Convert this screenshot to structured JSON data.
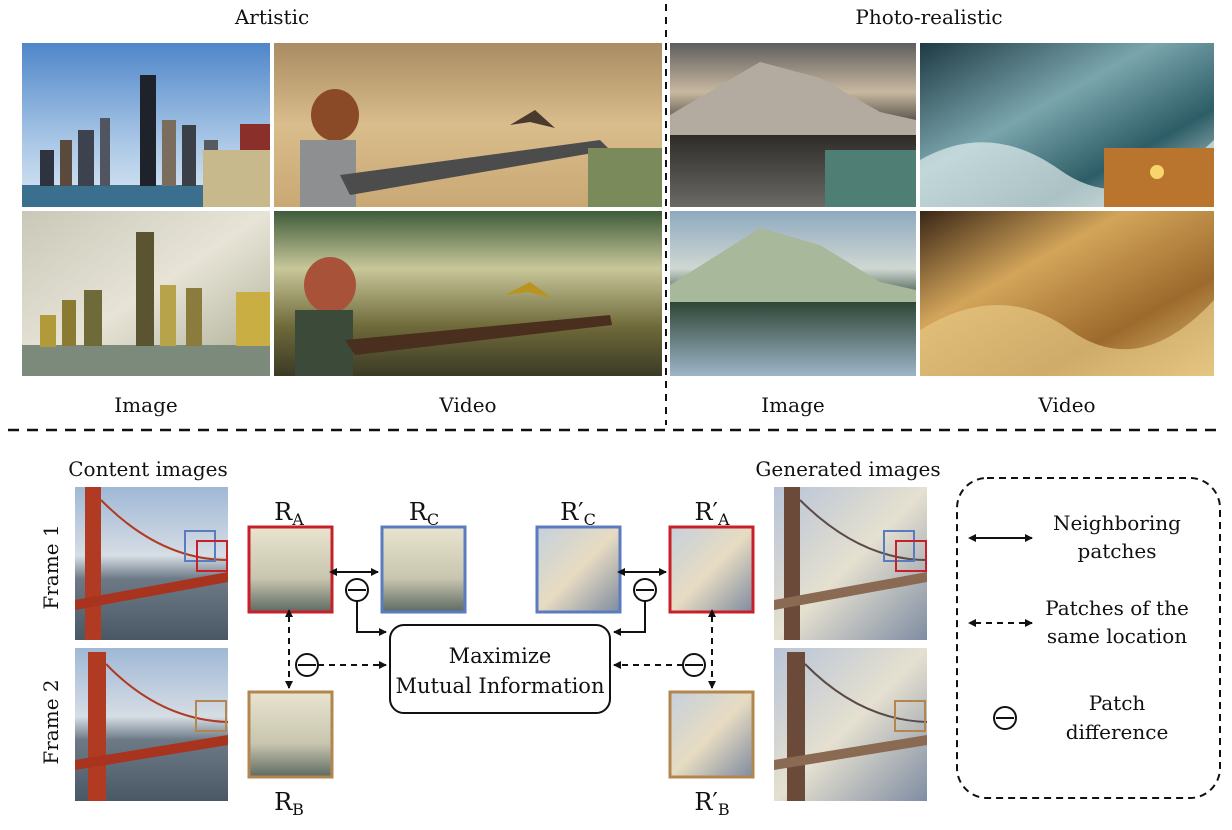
{
  "top": {
    "artistic_title": "Artistic",
    "photorealistic_title": "Photo-realistic",
    "captions": [
      "Image",
      "Video",
      "Image",
      "Video"
    ]
  },
  "bottom": {
    "content_title": "Content images",
    "generated_title": "Generated images",
    "frame1": "Frame 1",
    "frame2": "Frame 2",
    "patch_labels": {
      "ra": "R",
      "ra_sub": "A",
      "rc": "R",
      "rc_sub": "C",
      "rb": "R",
      "rb_sub": "B",
      "rpc": "R′",
      "rpc_sub": "C",
      "rpa": "R′",
      "rpa_sub": "A",
      "rpb": "R′",
      "rpb_sub": "B"
    },
    "center_box": [
      "Maximize",
      "Mutual Information"
    ],
    "legend": {
      "neighboring": [
        "Neighboring",
        "patches"
      ],
      "same_location": [
        "Patches of the",
        "same location"
      ],
      "difference": [
        "Patch",
        "difference"
      ]
    },
    "colors": {
      "red": "#c8202a",
      "blue": "#5b7bc0",
      "brown": "#b4864f"
    }
  }
}
